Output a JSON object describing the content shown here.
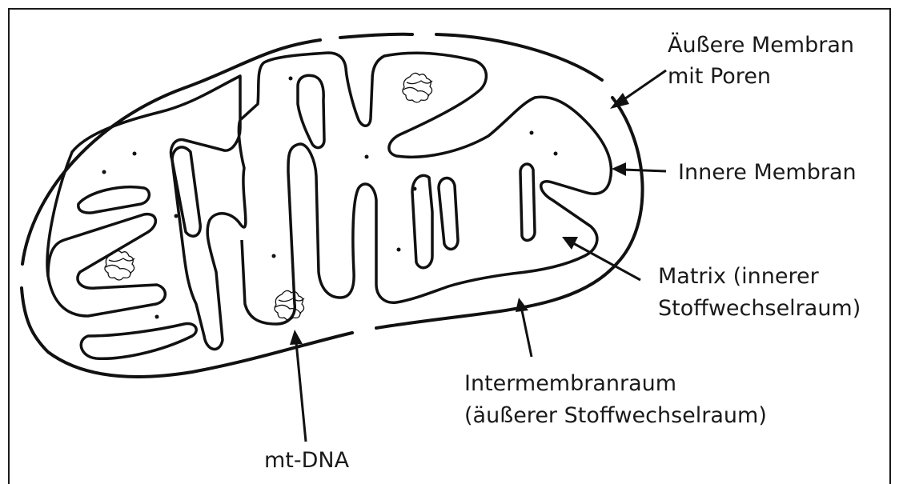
{
  "labels": {
    "outer_membrane_line1": "Äußere Membran",
    "outer_membrane_line2": "mit Poren",
    "inner_membrane": "Innere Membran",
    "matrix_line1": "Matrix (innerer",
    "matrix_line2": "Stoffwechselraum)",
    "intermembrane_line1": "Intermembranraum",
    "intermembrane_line2": "(äußerer Stoffwechselraum)",
    "mt_dna": "mt-DNA"
  },
  "colors": {
    "stroke": "#111111",
    "background": "#ffffff"
  }
}
